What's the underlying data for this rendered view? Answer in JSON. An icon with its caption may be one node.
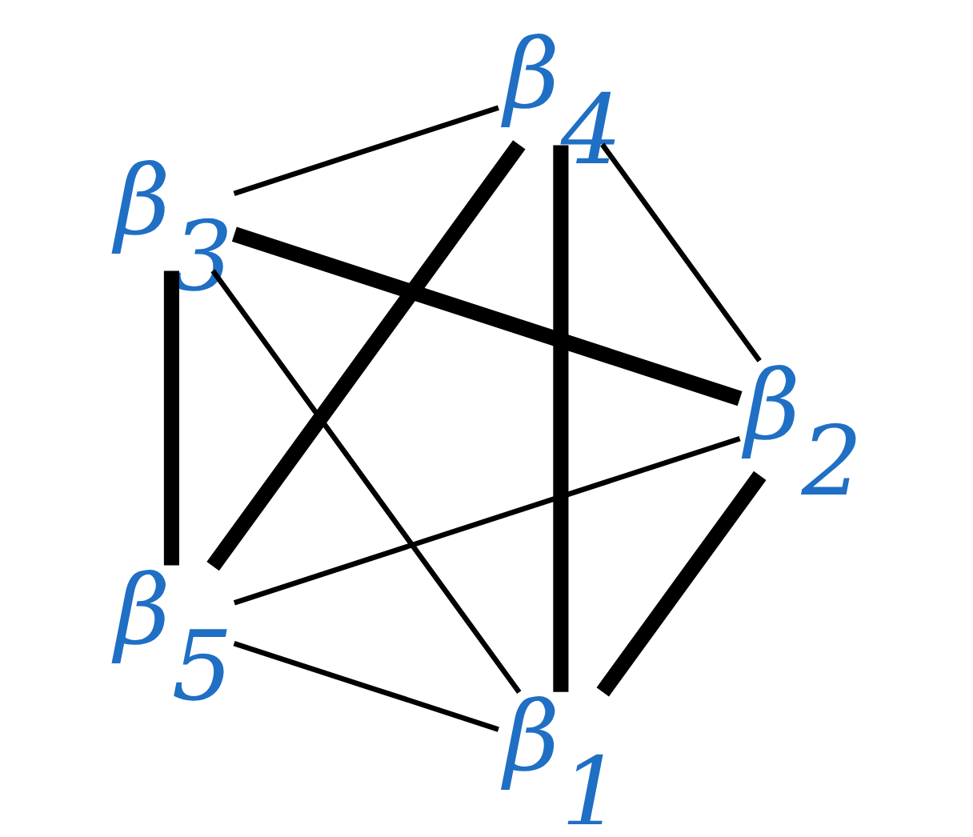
{
  "diagram": {
    "nodes": [
      {
        "text": [
          "β$_{1}$"
        ]
      },
      {
        "text": [
          "β$_{2}$"
        ]
      },
      {
        "text": [
          "β$_{3}$"
        ]
      },
      {
        "text": [
          "β$_{4}$"
        ]
      },
      {
        "text": [
          "β$_{5}$"
        ]
      }
    ],
    "edges": [
      {
        "from": 0,
        "to": 1,
        "arrow": "none",
        "style": "thick"
      },
      {
        "from": 1,
        "to": 2,
        "arrow": "none",
        "style": "thick"
      },
      {
        "from": 2,
        "to": 3,
        "arrow": "none"
      },
      {
        "from": 3,
        "to": 4,
        "arrow": "none",
        "style": "thick"
      },
      {
        "from": 4,
        "to": 0,
        "arrow": "none"
      },
      {
        "from": 0,
        "to": 2,
        "arrow": "none"
      },
      {
        "from": 0,
        "to": 3,
        "arrow": "none",
        "style": "thick"
      },
      {
        "from": 1,
        "to": 3,
        "arrow": "none"
      },
      {
        "from": 1,
        "to": 4,
        "arrow": "none"
      },
      {
        "from": 2,
        "to": 4,
        "arrow": "none",
        "style": "thick"
      }
    ]
  }
}
